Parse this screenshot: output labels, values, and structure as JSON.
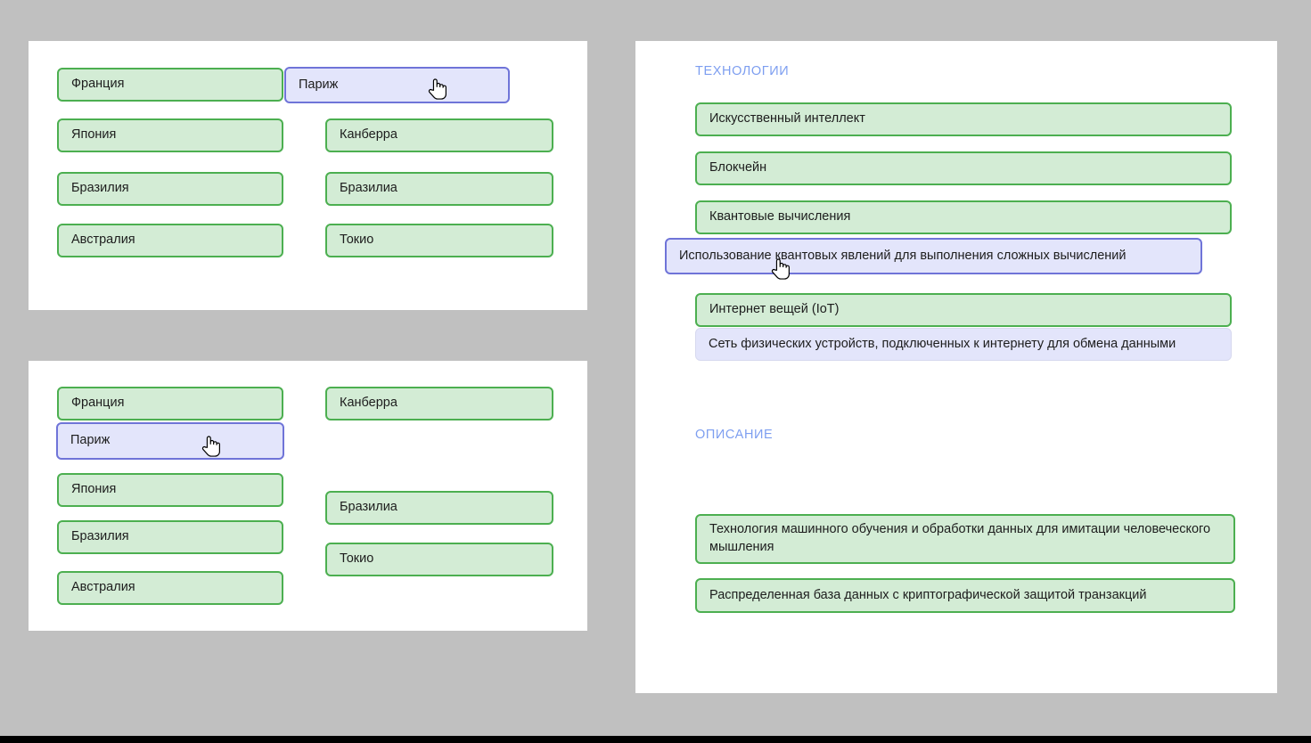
{
  "page": {
    "background_color": "#c0c0c0",
    "panel_color": "#ffffff",
    "footer_color": "#000000"
  },
  "colors": {
    "chip_green_bg": "#d3ecd5",
    "chip_green_border": "#4caf50",
    "chip_selected_bg": "#e3e5fb",
    "chip_selected_border": "#6f74d8",
    "section_title": "#7d9ef0",
    "text": "#1d1d1d"
  },
  "panel_top_left": {
    "left_column": [
      {
        "label": "Франция",
        "state": "green"
      },
      {
        "label": "Япония",
        "state": "green"
      },
      {
        "label": "Бразилия",
        "state": "green"
      },
      {
        "label": "Австралия",
        "state": "green"
      }
    ],
    "right_column": [
      {
        "label": "Париж",
        "state": "selected"
      },
      {
        "label": "Канберра",
        "state": "green"
      },
      {
        "label": "Бразилиа",
        "state": "green"
      },
      {
        "label": "Токио",
        "state": "green"
      }
    ],
    "cursor": {
      "icon": "pointing-hand-cursor"
    }
  },
  "panel_bottom_left": {
    "left_column": [
      {
        "label": "Франция",
        "state": "green"
      },
      {
        "label": "Париж",
        "state": "selected"
      },
      {
        "label": "Япония",
        "state": "green"
      },
      {
        "label": "Бразилия",
        "state": "green"
      },
      {
        "label": "Австралия",
        "state": "green"
      }
    ],
    "right_column": [
      {
        "label": "Канберра",
        "state": "green"
      },
      {
        "label": "Бразилиа",
        "state": "green"
      },
      {
        "label": "Токио",
        "state": "green"
      }
    ],
    "cursor": {
      "icon": "pointing-hand-cursor"
    }
  },
  "panel_right": {
    "technologies": {
      "title": "ТЕХНОЛОГИИ",
      "items": [
        {
          "label": "Искусственный интеллект",
          "state": "green"
        },
        {
          "label": "Блокчейн",
          "state": "green"
        },
        {
          "label": "Квантовые вычисления",
          "state": "green"
        },
        {
          "label": "Использование квантовых явлений для выполнения сложных вычислений",
          "state": "selected"
        },
        {
          "label": "Интернет вещей (IoT)",
          "state": "green"
        },
        {
          "label": "Сеть физических устройств, подключенных к интернету для обмена данными",
          "state": "ghost"
        }
      ]
    },
    "description": {
      "title": "ОПИСАНИЕ",
      "items": [
        {
          "label": "Технология машинного обучения и обработки данных для имитации человеческого мышления",
          "state": "green"
        },
        {
          "label": "Распределенная база данных с криптографической защитой транзакций",
          "state": "green"
        }
      ]
    },
    "cursor": {
      "icon": "pointing-hand-cursor"
    }
  }
}
